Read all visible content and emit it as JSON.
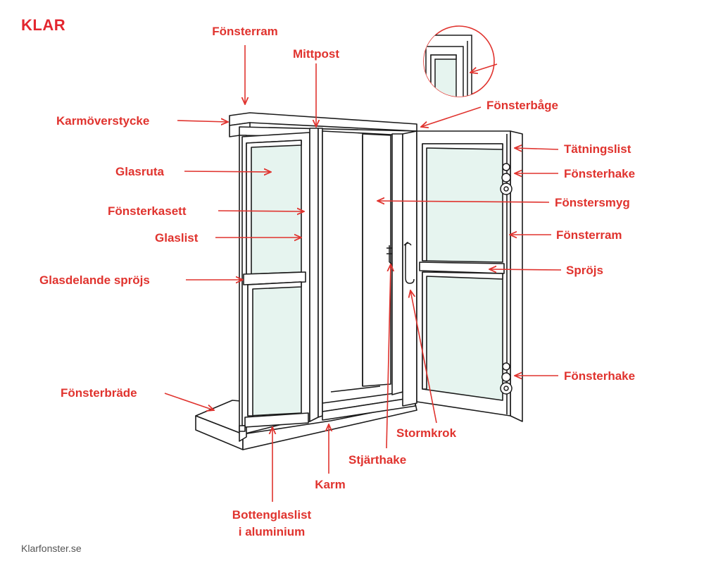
{
  "brand": {
    "name": "KLAR",
    "color": "#e3262f"
  },
  "footer": {
    "text": "Klarfonster.se"
  },
  "colors": {
    "label": "#e0332e",
    "line": "#1b1b1b",
    "glass": "#e6f4ef",
    "wood": "#ffffff",
    "footer": "#555555"
  },
  "labels": {
    "fonsterram_top": "Fönsterram",
    "mittpost": "Mittpost",
    "fonsterbage": "Fönsterbåge",
    "karmoverstycke": "Karmöverstycke",
    "glasruta": "Glasruta",
    "fonsterkasett": "Fönsterkasett",
    "glaslist": "Glaslist",
    "glasdelande_sprojs": "Glasdelande spröjs",
    "fonsterbrade": "Fönsterbräde",
    "tatningslist": "Tätningslist",
    "fonsterhake_top": "Fönsterhake",
    "fonstersmyg": "Fönstersmyg",
    "fonsterram_right": "Fönsterram",
    "sprojs": "Spröjs",
    "fonsterhake_bottom": "Fönsterhake",
    "stormkrok": "Stormkrok",
    "stjarthake": "Stjärthake",
    "karm": "Karm",
    "bottenglaslist_line1": "Bottenglaslist",
    "bottenglaslist_line2": "i aluminium"
  }
}
